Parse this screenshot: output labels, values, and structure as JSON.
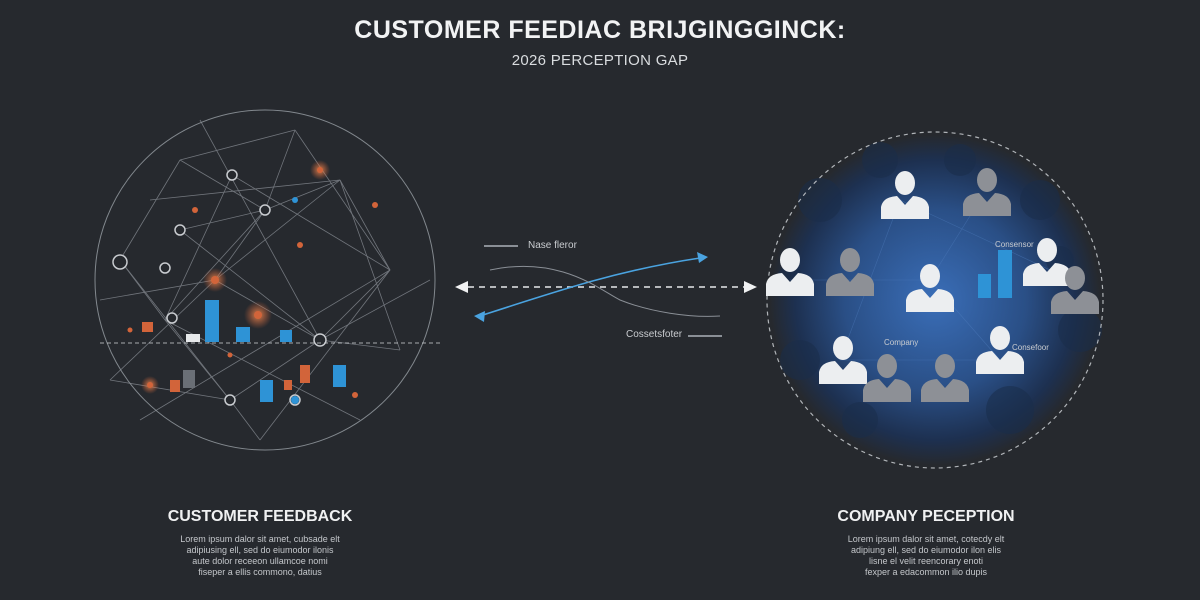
{
  "header": {
    "title": "CUSTOMER FEEDIAC BRIJGINGGINCK:",
    "subtitle": "2026 PERCEPTION GAP"
  },
  "bridge": {
    "top_label": "Nase fleror",
    "bottom_label": "Cossetsfoter"
  },
  "left_panel": {
    "title": "CUSTOMER FEEDBACK",
    "body": [
      "Lorem ipsum dalor sit amet, cubsade elt",
      "adipiusing ell, sed do eiumodor ilonis",
      "aute dolor receeon ullamcoe nomi",
      "fiseper a ellis commono, datius"
    ]
  },
  "right_panel": {
    "title": "COMPANY PECEPTION",
    "body": [
      "Lorem ipsum dalor sit amet, cotecdy elt",
      "adipiung ell, sed do eiumodor ilon elis",
      "lisne el velit reencorary enoti",
      "fexper a edacommon ilio dupis"
    ],
    "labels": {
      "top": "Consensor",
      "mid": "Company",
      "right": "Consefoor"
    }
  },
  "colors": {
    "background": "#26292e",
    "network_line": "#8a8f96",
    "orange_node": "#d2643a",
    "blue_bar": "#2e93d6",
    "person_light": "#eceef0",
    "person_gray": "#8d9096",
    "sphere_blue": "#2e5a9a"
  },
  "icons": [
    "network-globe-icon",
    "double-arrow-icon",
    "person-icon",
    "bar-chart-icon"
  ]
}
